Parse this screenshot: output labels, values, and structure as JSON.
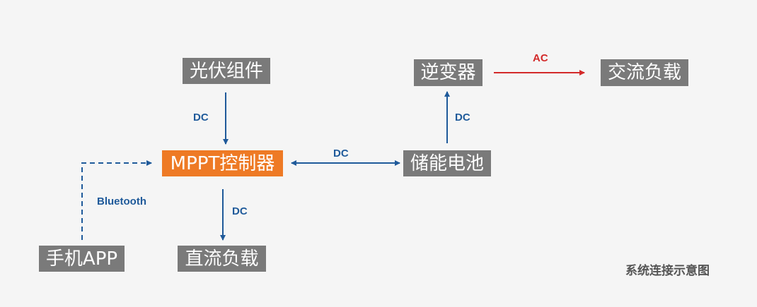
{
  "nodes": {
    "pv": "光伏组件",
    "mppt": "MPPT控制器",
    "app": "手机APP",
    "dc_load": "直流负载",
    "battery": "储能电池",
    "inverter": "逆变器",
    "ac_load": "交流负载"
  },
  "edges": {
    "pv_to_mppt": "DC",
    "mppt_to_dc_load": "DC",
    "mppt_battery": "DC",
    "battery_to_inverter": "DC",
    "inverter_to_ac_load": "AC",
    "app_to_mppt": "Bluetooth"
  },
  "caption": "系统连接示意图",
  "colors": {
    "background": "#f5f5f5",
    "node_gray": "#7a7a7a",
    "node_highlight": "#ee7a25",
    "dc_line": "#1f5a9a",
    "ac_line": "#d32a2a"
  }
}
